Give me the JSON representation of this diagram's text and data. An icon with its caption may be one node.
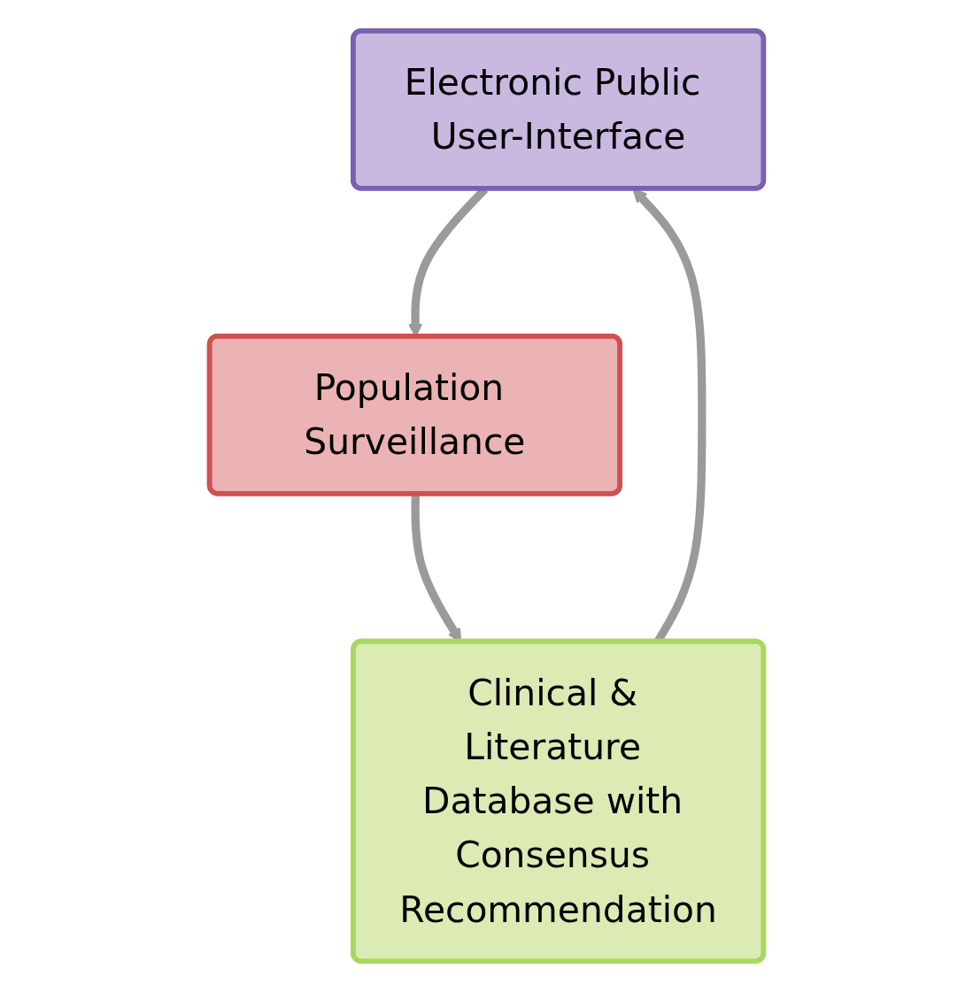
{
  "diagram": {
    "nodes": [
      {
        "text": [
          "Electronic Public User-Interface"
        ]
      },
      {
        "text": [
          "Population Surveillance"
        ]
      },
      {
        "text": [
          "Clinical & Literature Database with Consensus Recommendation"
        ]
      }
    ],
    "edges": [
      {
        "from": 0,
        "to": 1,
        "arrow": "to"
      },
      {
        "from": 1,
        "to": 2,
        "arrow": "to"
      },
      {
        "from": 2,
        "to": 0,
        "arrow": "to"
      }
    ]
  }
}
